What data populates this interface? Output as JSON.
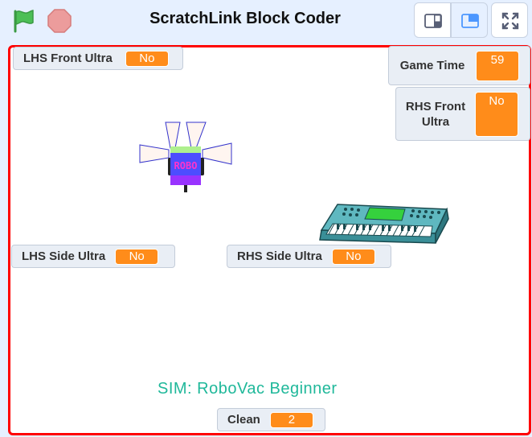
{
  "header": {
    "title": "ScratchLink Block Coder",
    "colors": {
      "flag": "#4cbf56",
      "stop": "#ec9c9c",
      "accent": "#4c97ff"
    }
  },
  "stage": {
    "border_color": "#ff0000",
    "sim_label": "SIM: RoboVac Beginner",
    "robot_text": "ROBO"
  },
  "monitors": {
    "lhs_front": {
      "label": "LHS Front Ultra",
      "value": "No"
    },
    "game_time": {
      "label": "Game Time",
      "value": "59"
    },
    "rhs_front": {
      "label": "RHS Front Ultra",
      "value": "No"
    },
    "lhs_side": {
      "label": "LHS Side Ultra",
      "value": "No"
    },
    "rhs_side": {
      "label": "RHS Side Ultra",
      "value": "No"
    },
    "clean": {
      "label": "Clean",
      "value": "2"
    }
  },
  "icons": {
    "flag": "green-flag-icon",
    "stop": "stop-icon",
    "small_stage": "small-stage-icon",
    "large_stage": "large-stage-icon",
    "fullscreen": "fullscreen-icon"
  }
}
